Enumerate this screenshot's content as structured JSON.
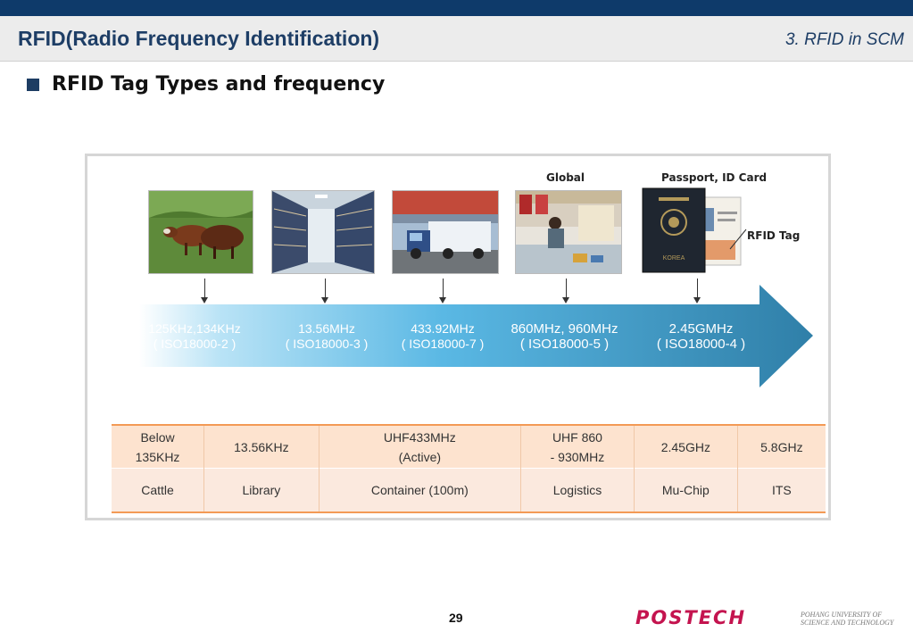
{
  "header": {
    "title": "RFID(Radio Frequency Identification)",
    "section": "3. RFID in SCM"
  },
  "subheading": "RFID Tag Types and frequency",
  "figure": {
    "captions": {
      "global": "Global",
      "passport": "Passport, ID Card",
      "rfid_tag": "RFID Tag"
    },
    "passport_text": "KOREA",
    "bands": [
      {
        "freq": "125KHz,134KHz",
        "iso": "( ISO18000-2 )"
      },
      {
        "freq": "13.56MHz",
        "iso": "( ISO18000-3 )"
      },
      {
        "freq": "433.92MHz",
        "iso": "( ISO18000-7 )"
      },
      {
        "freq": "860MHz, 960MHz",
        "iso": "( ISO18000-5 )"
      },
      {
        "freq": "2.45GMHz",
        "iso": "( ISO18000-4 )"
      }
    ],
    "arrow_colors": {
      "start": "#ffffff",
      "mid": "#5ab8e4",
      "end": "#2f7fa8"
    }
  },
  "table": {
    "frequencies": [
      [
        "Below",
        "135KHz"
      ],
      [
        "13.56KHz"
      ],
      [
        "UHF433MHz",
        "(Active)"
      ],
      [
        "UHF 860",
        "- 930MHz"
      ],
      [
        "2.45GHz"
      ],
      [
        "5.8GHz"
      ]
    ],
    "applications": [
      "Cattle",
      "Library",
      "Container (100m)",
      "Logistics",
      "Mu-Chip",
      "ITS"
    ]
  },
  "footer": {
    "page_number": "29",
    "logo": "POSTECH",
    "university_line1": "POHANG UNIVERSITY OF",
    "university_line2": "SCIENCE AND TECHNOLOGY"
  }
}
